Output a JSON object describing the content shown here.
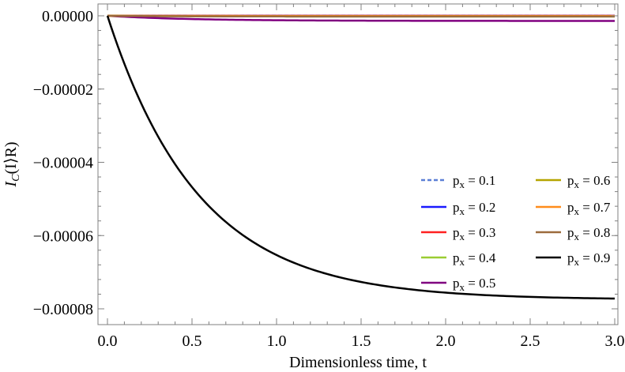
{
  "chart_data": {
    "type": "line",
    "xlabel": "Dimensionless time, t",
    "ylabel_italic": "I",
    "ylabel_sub": "C",
    "ylabel_rest": "(I⟩R)",
    "xlim": [
      0.0,
      3.0
    ],
    "ylim": [
      -8e-05,
      0.0
    ],
    "x_ticks": [
      0.0,
      0.5,
      1.0,
      1.5,
      2.0,
      2.5,
      3.0
    ],
    "x_tick_labels": [
      "0.0",
      "0.5",
      "1.0",
      "1.5",
      "2.0",
      "2.5",
      "3.0"
    ],
    "y_ticks": [
      0.0,
      -2e-05,
      -4e-05,
      -6e-05,
      -8e-05
    ],
    "y_tick_labels": [
      "0.00000",
      "−0.00002",
      "−0.00004",
      "−0.00006",
      "−0.00008"
    ],
    "grid": false,
    "legend_placement": "lower-right",
    "series": [
      {
        "name": "p_x = 0.1",
        "label_base": "p",
        "label_sub": "x",
        "label_value": " = 0.1",
        "color": "#5b7fd6",
        "dashed": true,
        "asymptote": 0.0,
        "rate": 2.0
      },
      {
        "name": "p_x = 0.2",
        "label_base": "p",
        "label_sub": "x",
        "label_value": " = 0.2",
        "color": "#1a1aff",
        "dashed": false,
        "asymptote": 0.0,
        "rate": 2.0
      },
      {
        "name": "p_x = 0.3",
        "label_base": "p",
        "label_sub": "x",
        "label_value": " = 0.3",
        "color": "#ff2020",
        "dashed": false,
        "asymptote": 0.0,
        "rate": 2.0
      },
      {
        "name": "p_x = 0.4",
        "label_base": "p",
        "label_sub": "x",
        "label_value": " = 0.4",
        "color": "#9acd32",
        "dashed": false,
        "asymptote": -2e-07,
        "rate": 2.0
      },
      {
        "name": "p_x = 0.5",
        "label_base": "p",
        "label_sub": "x",
        "label_value": " = 0.5",
        "color": "#800080",
        "dashed": false,
        "asymptote": -1.4e-06,
        "rate": 2.0
      },
      {
        "name": "p_x = 0.6",
        "label_base": "p",
        "label_sub": "x",
        "label_value": " = 0.6",
        "color": "#b5a400",
        "dashed": false,
        "asymptote": -1e-07,
        "rate": 2.0
      },
      {
        "name": "p_x = 0.7",
        "label_base": "p",
        "label_sub": "x",
        "label_value": " = 0.7",
        "color": "#ff8c1a",
        "dashed": false,
        "asymptote": -5e-08,
        "rate": 2.0
      },
      {
        "name": "p_x = 0.8",
        "label_base": "p",
        "label_sub": "x",
        "label_value": " = 0.8",
        "color": "#9c6b3c",
        "dashed": false,
        "asymptote": -2e-07,
        "rate": 2.0
      },
      {
        "name": "p_x = 0.9",
        "label_base": "p",
        "label_sub": "x",
        "label_value": " = 0.9",
        "color": "#000000",
        "dashed": false,
        "asymptote": -7.75e-05,
        "rate": 1.85
      }
    ],
    "legend_order": [
      0,
      5,
      1,
      6,
      2,
      7,
      3,
      8,
      4
    ]
  }
}
